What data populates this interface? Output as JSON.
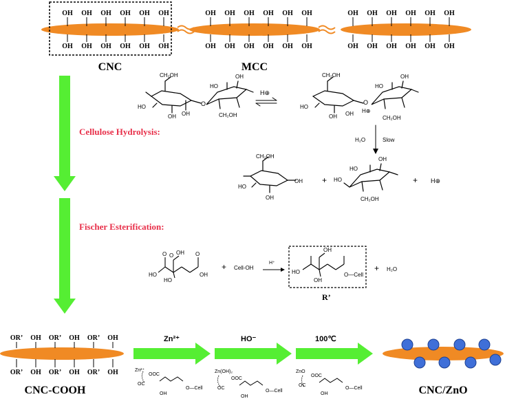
{
  "labels": {
    "cnc": "CNC",
    "mcc": "MCC",
    "hydrolysis_title": "Cellulose Hydrolysis:",
    "esterification_title": "Fischer Esterification:",
    "cnc_cooh": "CNC-COOH",
    "cnc_zno": "CNC/ZnO",
    "r_prime": "R’",
    "zn2": "Zn²⁺",
    "ho_minus": "HO⁻",
    "temp": "100℃"
  },
  "oh_group": "OH",
  "or_group": "OR’",
  "hydrolysis": {
    "h_plus": "H⊕",
    "h2o": "H₂O",
    "slow": "Slow",
    "plus": "+",
    "h_plus_product": "H⊕",
    "ch2oh": "CH₂OH",
    "oh": "OH",
    "ho": "HO"
  },
  "esterification": {
    "cell_oh": "Cell-OH",
    "h_plus": "H⁺",
    "h2o": "H₂O",
    "plus": "+",
    "oh": "OH",
    "ho": "HO",
    "o": "O",
    "o_cell": "O—Cell"
  },
  "intermediates": {
    "zn2_label": "Zn²⁺",
    "znoh2_label": "Zn(OH)₂",
    "zno_label": "ZnO",
    "ooc": "OOC",
    "oc": "OC",
    "oh": "OH",
    "o_cell": "O—Cell"
  },
  "colors": {
    "rod": "#f08a24",
    "arrow": "#55ee33",
    "accent": "#e8304a",
    "particle": "#3f6fd8"
  }
}
